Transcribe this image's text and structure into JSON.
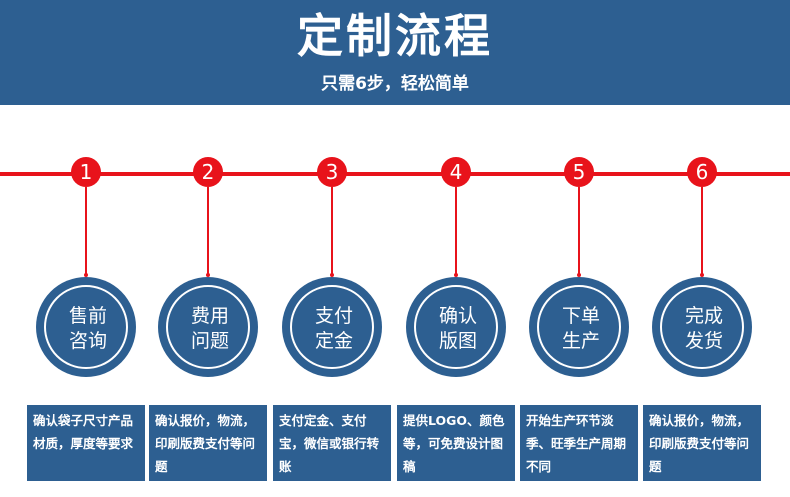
{
  "header": {
    "title": "定制流程",
    "subtitle": "只需6步，轻松简单"
  },
  "colors": {
    "primary_blue": "#2d5f91",
    "accent_red": "#e8131b",
    "text_white": "#ffffff"
  },
  "steps": [
    {
      "number": "1",
      "label_line1": "售前",
      "label_line2": "咨询",
      "description": "确认袋子尺寸产品材质，厚度等要求"
    },
    {
      "number": "2",
      "label_line1": "费用",
      "label_line2": "问题",
      "description": "确认报价，物流，印刷版费支付等问题"
    },
    {
      "number": "3",
      "label_line1": "支付",
      "label_line2": "定金",
      "description": "支付定金、支付宝，微信或银行转账"
    },
    {
      "number": "4",
      "label_line1": "确认",
      "label_line2": "版图",
      "description": "提供LOGO、颜色等，可免费设计图稿"
    },
    {
      "number": "5",
      "label_line1": "下单",
      "label_line2": "生产",
      "description": "开始生产环节淡季、旺季生产周期不同"
    },
    {
      "number": "6",
      "label_line1": "完成",
      "label_line2": "发货",
      "description": "确认报价，物流，印刷版费支付等问题"
    }
  ]
}
